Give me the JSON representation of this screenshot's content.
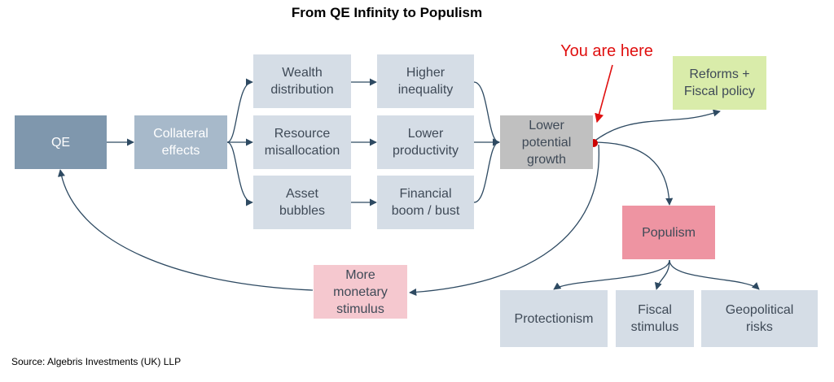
{
  "title": "From QE Infinity to Populism",
  "callout": "You are here",
  "source": "Source: Algebris Investments (UK) LLP",
  "colors": {
    "qe": "#7f97ad",
    "collateral": "#a7b9ca",
    "light_box": "#d5dde6",
    "lower_growth": "#c0c0c0",
    "reforms": "#d9ecaa",
    "populism": "#ee94a2",
    "monetary": "#f5c8cf",
    "arrow": "#2e4a62",
    "callout": "#e01010"
  },
  "nodes": {
    "qe": "QE",
    "collateral": "Collateral\neffects",
    "wealth": "Wealth\ndistribution",
    "resource": "Resource\nmisallocation",
    "asset": "Asset\nbubbles",
    "inequality": "Higher\ninequality",
    "productivity": "Lower\nproductivity",
    "financial": "Financial\nboom / bust",
    "lower_growth": "Lower\npotential\ngrowth",
    "reforms": "Reforms +\nFiscal policy",
    "populism": "Populism",
    "monetary": "More\nmonetary\nstimulus",
    "protectionism": "Protectionism",
    "fiscal": "Fiscal\nstimulus",
    "geopolitical": "Geopolitical\nrisks"
  }
}
